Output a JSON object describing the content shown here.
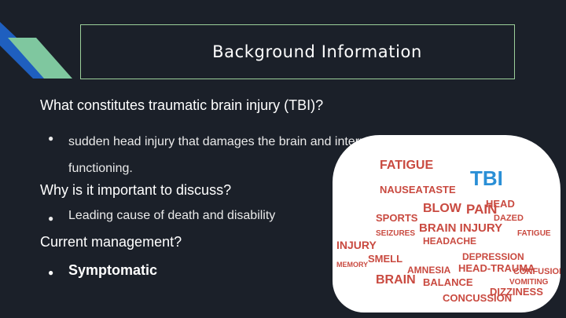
{
  "slide": {
    "title": "Background Information",
    "sections": [
      {
        "question": "What constitutes traumatic brain injury (TBI)?",
        "bullet": "sudden head injury that damages the brain and interrupts its normal functioning."
      },
      {
        "question": "Why is it important to discuss?",
        "bullet": "Leading cause of death and disability"
      },
      {
        "question": "Current management?",
        "bullet": "Symptomatic"
      }
    ]
  },
  "word_cloud": {
    "words": [
      "FATIGUE",
      "TBI",
      "NAUSEA",
      "TASTE",
      "PAIN",
      "HEAD",
      "BLOW",
      "DAZED",
      "SPORTS",
      "BRAIN INJURY",
      "HEADACHE",
      "INJURY",
      "SMELL",
      "DEPRESSION",
      "HEAD-TRAUMA",
      "AMNESIA",
      "BALANCE",
      "BRAIN",
      "CONCUSSION",
      "DIZZINESS",
      "MEMORY",
      "CONFUSION",
      "VOMITING",
      "FATIGUE",
      "SEIZURES"
    ],
    "colors": {
      "primary": "#c94a40",
      "accent": "#2a8fd6"
    }
  },
  "decor": {
    "accent_blue": "#1f5fbf",
    "accent_green": "#7fc79f",
    "border": "#9ccf9a"
  }
}
